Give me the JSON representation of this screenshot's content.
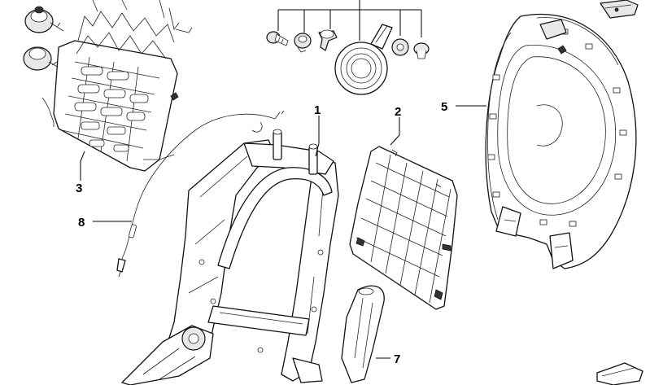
{
  "diagram": {
    "callouts": [
      {
        "id": "1",
        "label": "1"
      },
      {
        "id": "2",
        "label": "2"
      },
      {
        "id": "3",
        "label": "3"
      },
      {
        "id": "5",
        "label": "5"
      },
      {
        "id": "7",
        "label": "7"
      },
      {
        "id": "8",
        "label": "8"
      }
    ]
  }
}
